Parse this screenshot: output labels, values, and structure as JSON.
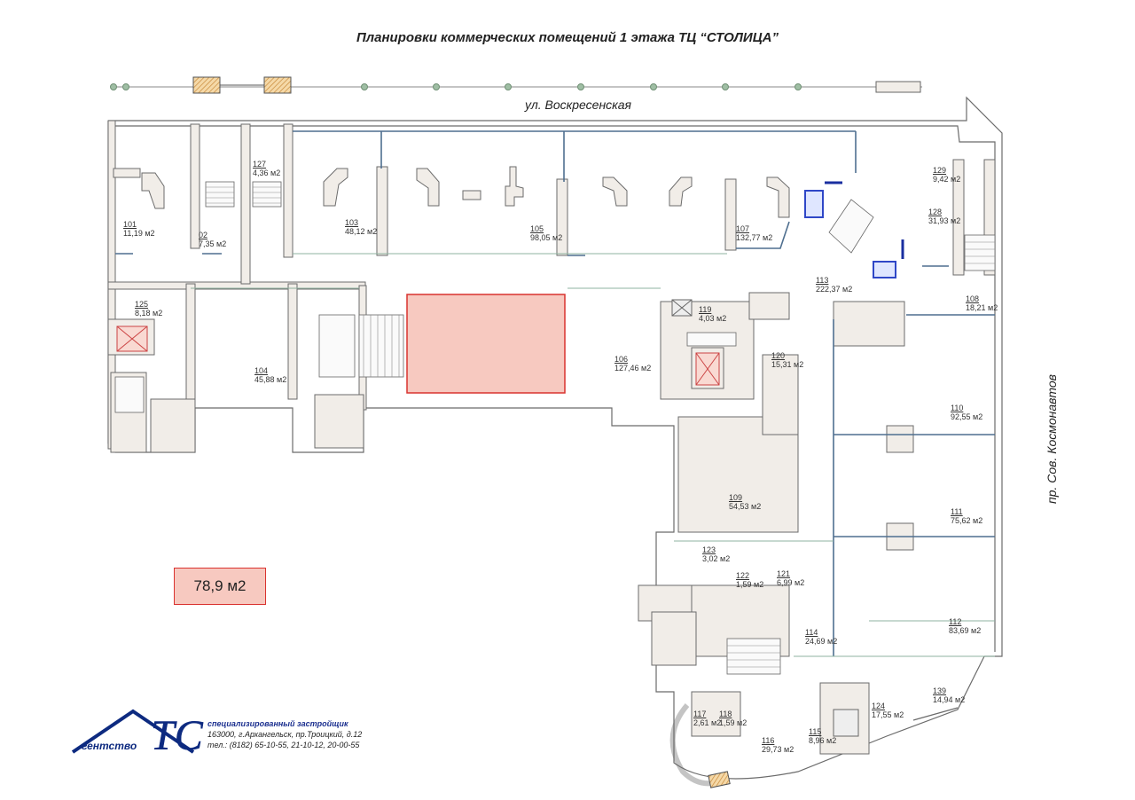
{
  "title": "Планировки коммерческих помещений 1 этажа  ТЦ “СТОЛИЦА”",
  "streets": {
    "top": "ул. Воскресенская",
    "right": "пр. Сов. Космонавтов"
  },
  "highlight_area": "78,9 м2",
  "rooms": [
    {
      "number": "101",
      "area": "11,19 м2"
    },
    {
      "number": "02",
      "area": "7,35 м2"
    },
    {
      "number": "127",
      "area": "4,36 м2"
    },
    {
      "number": "103",
      "area": "48,12 м2"
    },
    {
      "number": "105",
      "area": "98,05 м2"
    },
    {
      "number": "107",
      "area": "132,77 м2"
    },
    {
      "number": "129",
      "area": "9,42 м2"
    },
    {
      "number": "128",
      "area": "31,93 м2"
    },
    {
      "number": "113",
      "area": "222,37 м2"
    },
    {
      "number": "108",
      "area": "18,21 м2"
    },
    {
      "number": "125",
      "area": "8,18 м2"
    },
    {
      "number": "104",
      "area": "45,88 м2"
    },
    {
      "number": "106",
      "area": "127,46 м2"
    },
    {
      "number": "119",
      "area": "4,03 м2"
    },
    {
      "number": "120",
      "area": "15,31 м2"
    },
    {
      "number": "110",
      "area": "92,55 м2"
    },
    {
      "number": "109",
      "area": "54,53 м2"
    },
    {
      "number": "111",
      "area": "75,62 м2"
    },
    {
      "number": "123",
      "area": "3,02 м2"
    },
    {
      "number": "122",
      "area": "1,59 м2"
    },
    {
      "number": "121",
      "area": "6,99 м2"
    },
    {
      "number": "112",
      "area": "83,69 м2"
    },
    {
      "number": "114",
      "area": "24,69 м2"
    },
    {
      "number": "139",
      "area": "14,94 м2"
    },
    {
      "number": "124",
      "area": "17,55 м2"
    },
    {
      "number": "117",
      "area": "2,61 м2"
    },
    {
      "number": "118",
      "area": "1,59 м2"
    },
    {
      "number": "116",
      "area": "29,73 м2"
    },
    {
      "number": "115",
      "area": "8,96 м2"
    }
  ],
  "developer": {
    "logo_text": "гентство",
    "logo_letters": "ТС",
    "name": "специализированный застройщик",
    "address": "163000, г.Архангельск, пр.Троицкий, д.12",
    "phones": "тел.: (8182) 65-10-55, 21-10-12, 20-00-55"
  },
  "colors": {
    "wall": "#f1ede8",
    "wall_stroke": "#6b6b6b",
    "partition": "#4f6f8f",
    "highlight_fill": "#f7c9c0",
    "highlight_stroke": "#d9322f",
    "logo_blue": "#0d2a80"
  }
}
